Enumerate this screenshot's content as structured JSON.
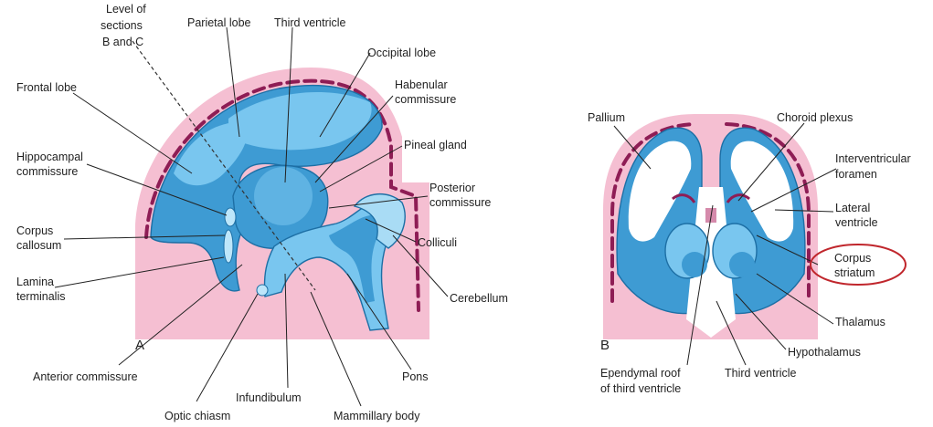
{
  "panel_a": {
    "panel_label": "A",
    "labels": {
      "level_line1": "Level of",
      "level_line2": "sections",
      "level_line3": "B and C",
      "parietal": "Parietal lobe",
      "third_ventricle": "Third ventricle",
      "occipital": "Occipital lobe",
      "frontal": "Frontal lobe",
      "habenular_line1": "Habenular",
      "habenular_line2": "commissure",
      "pineal": "Pineal gland",
      "hippocampal_line1": "Hippocampal",
      "hippocampal_line2": "commissure",
      "posterior_line1": "Posterior",
      "posterior_line2": "commissure",
      "corpus_callosum_line1": "Corpus",
      "corpus_callosum_line2": "callosum",
      "colliculi": "Colliculi",
      "lamina_line1": "Lamina",
      "lamina_line2": "terminalis",
      "cerebellum": "Cerebellum",
      "anterior_commissure": "Anterior commissure",
      "pons": "Pons",
      "infundibulum": "Infundibulum",
      "optic_chiasm": "Optic chiasm",
      "mammillary": "Mammillary body"
    }
  },
  "panel_b": {
    "panel_label": "B",
    "labels": {
      "pallium": "Pallium",
      "choroid": "Choroid plexus",
      "interventricular_line1": "Interventricular",
      "interventricular_line2": "foramen",
      "lateral_line1": "Lateral",
      "lateral_line2": "ventricle",
      "striatum_line1": "Corpus",
      "striatum_line2": "striatum",
      "thalamus": "Thalamus",
      "hypothalamus": "Hypothalamus",
      "ependymal_line1": "Ependymal roof",
      "ependymal_line2": "of third ventricle",
      "third_ventricle": "Third ventricle"
    }
  },
  "colors": {
    "tissue_pink": "#f5bfd2",
    "membrane_dash": "#8e1d55",
    "brain_blue": "#3e9bd3",
    "light_blue": "#79c6ef",
    "pale_blue": "#a9dcf5",
    "highlight_circle": "#c0262c"
  }
}
